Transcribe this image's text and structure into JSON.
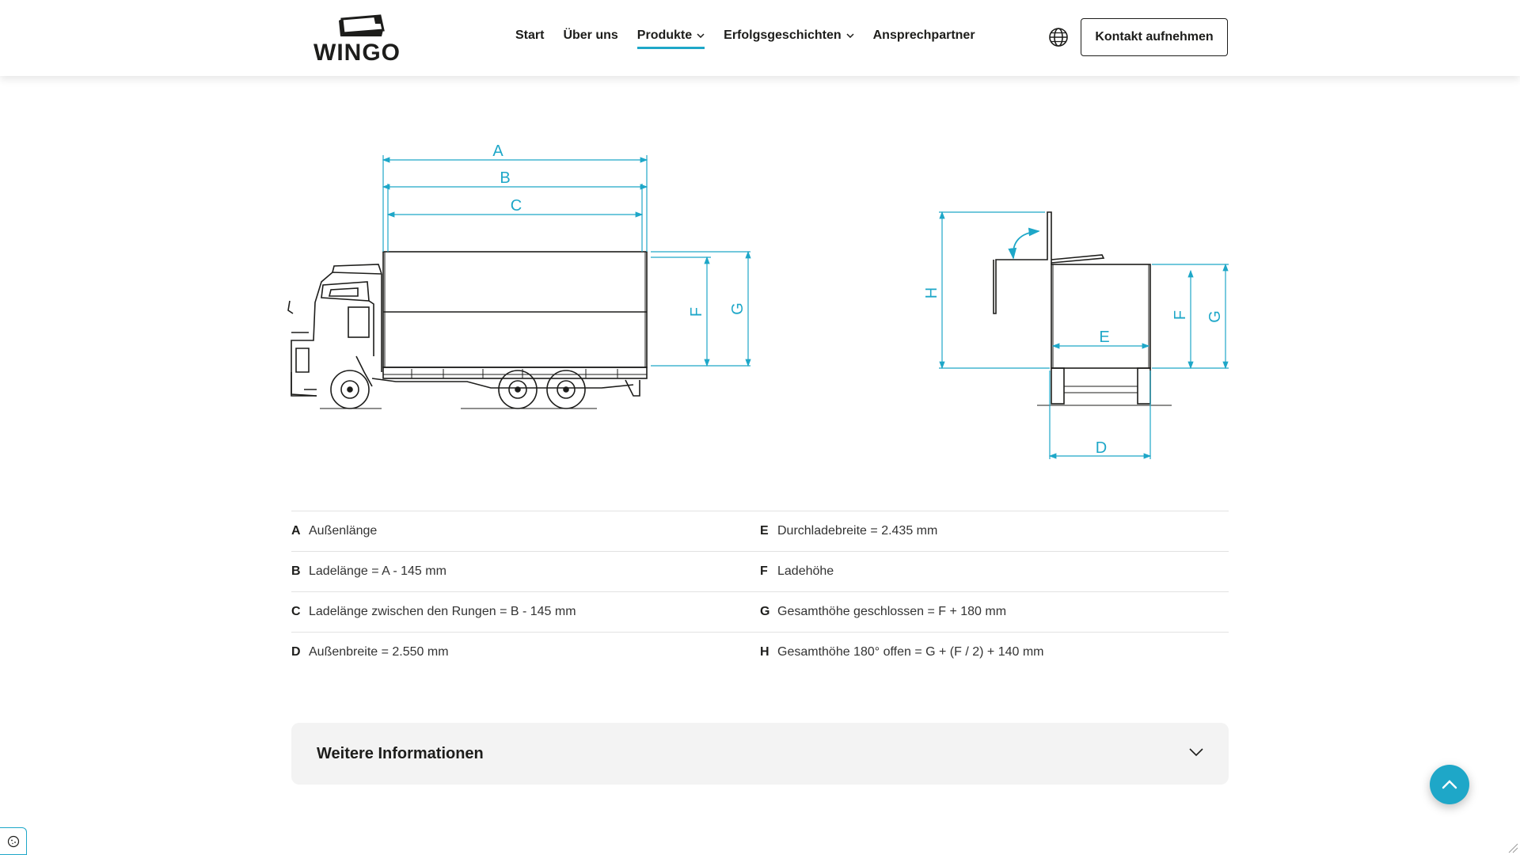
{
  "header": {
    "logo_text": "WINGO",
    "nav": [
      {
        "label": "Start"
      },
      {
        "label": "Über uns"
      },
      {
        "label": "Produkte",
        "active": true,
        "dropdown": true
      },
      {
        "label": "Erfolgsgeschichten",
        "dropdown": true
      },
      {
        "label": "Ansprechpartner"
      }
    ],
    "language_icon": "globe-icon",
    "contact_button": "Kontakt aufnehmen"
  },
  "drawing": {
    "side_labels": {
      "a": "A",
      "b": "B",
      "c": "C",
      "f": "F",
      "g": "G"
    },
    "rear_labels": {
      "h": "H",
      "e": "E",
      "f": "F",
      "g": "G",
      "d": "D"
    }
  },
  "specs": {
    "left": [
      {
        "letter": "A",
        "text": "Außenlänge"
      },
      {
        "letter": "B",
        "text": "Ladelänge = A - 145 mm"
      },
      {
        "letter": "C",
        "text": "Ladelänge zwischen den Rungen = B - 145 mm"
      },
      {
        "letter": "D",
        "text": "Außenbreite = 2.550 mm"
      }
    ],
    "right": [
      {
        "letter": "E",
        "text": "Durchladebreite = 2.435 mm"
      },
      {
        "letter": "F",
        "text": "Ladehöhe"
      },
      {
        "letter": "G",
        "text": "Gesamthöhe geschlossen = F + 180 mm"
      },
      {
        "letter": "H",
        "text": "Gesamthöhe 180° offen = G + (F / 2) + 140 mm"
      }
    ]
  },
  "accordion": {
    "title": "Weitere Informationen"
  },
  "colors": {
    "accent": "#1ea7c8",
    "text": "#1d1d1b",
    "panel": "#f3f3f3"
  }
}
